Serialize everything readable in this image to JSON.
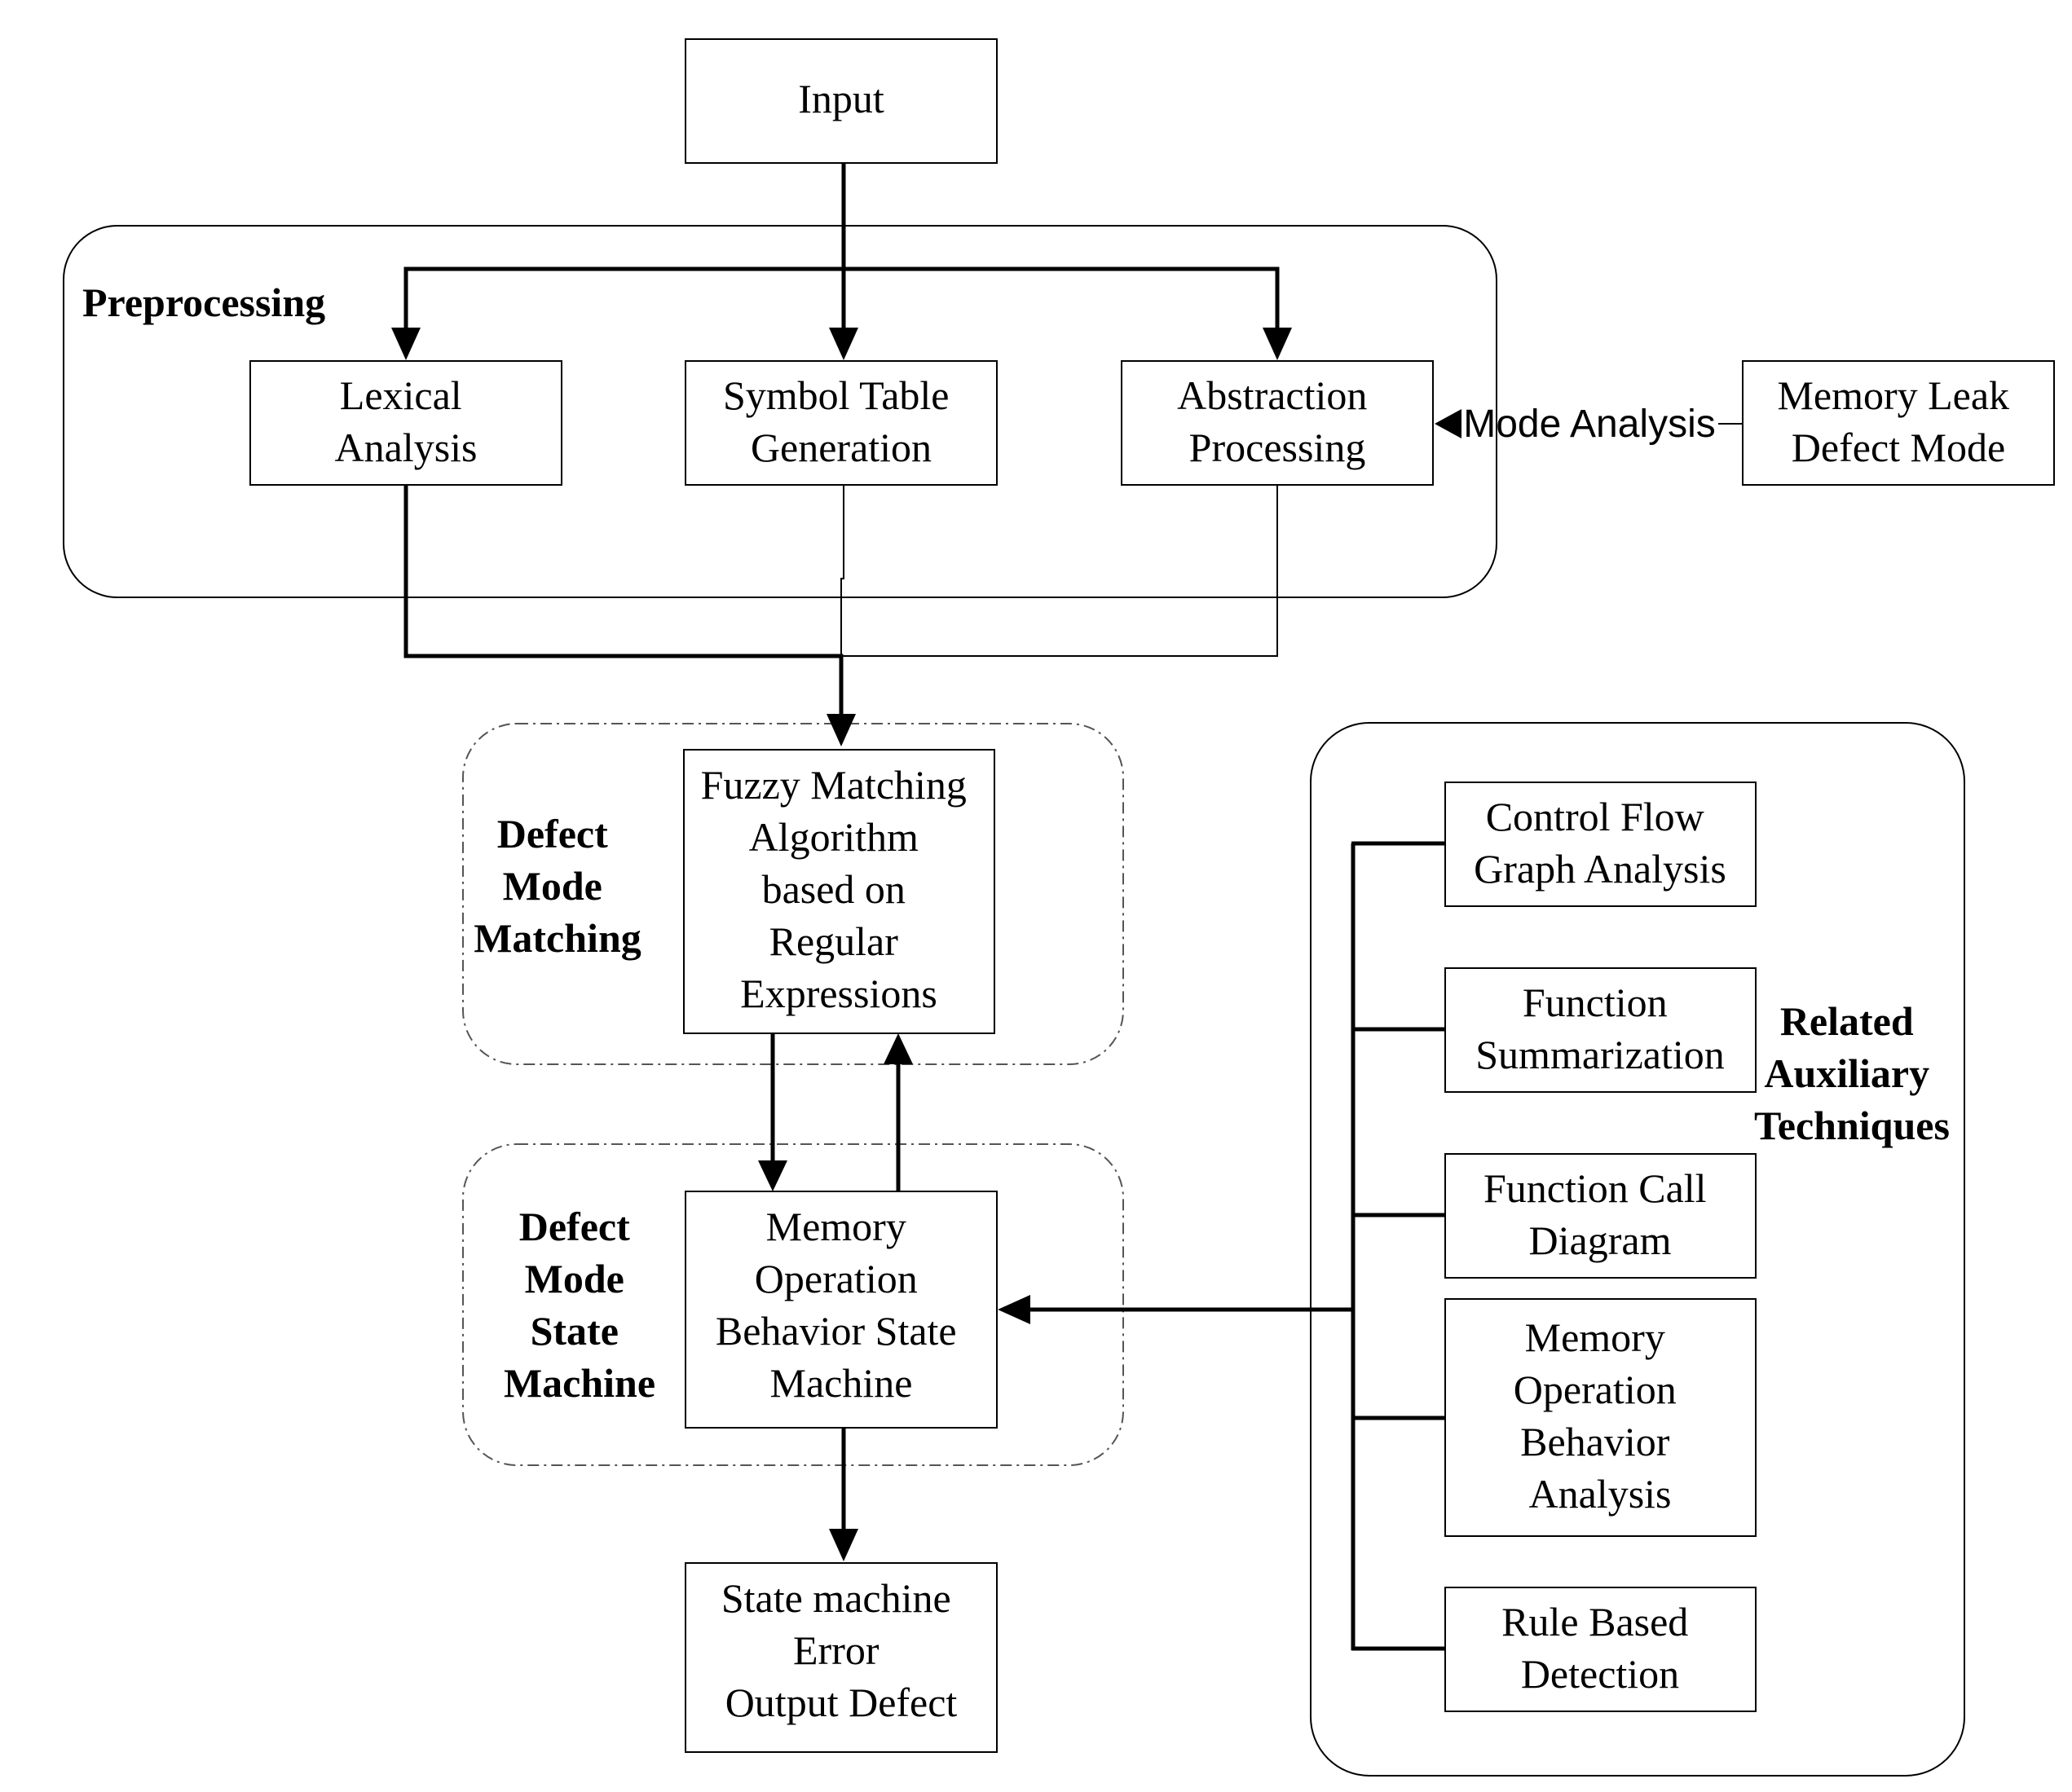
{
  "nodes": {
    "input": [
      "Input"
    ],
    "lexical": [
      "Lexical",
      "Analysis"
    ],
    "symbol": [
      "Symbol Table",
      "Generation"
    ],
    "abstraction": [
      "Abstraction",
      "Processing"
    ],
    "memory_leak": [
      "Memory Leak",
      "Defect Mode"
    ],
    "fuzzy": [
      "Fuzzy Matching",
      "Algorithm",
      "based on",
      "Regular",
      "Expressions"
    ],
    "state_machine": [
      "Memory",
      "Operation",
      "Behavior State",
      "Machine"
    ],
    "output": [
      "State machine",
      "Error",
      "Output Defect"
    ],
    "cfg": [
      "Control Flow",
      "Graph Analysis"
    ],
    "func_sum": [
      "Function",
      "Summarization"
    ],
    "func_call": [
      "Function Call",
      "Diagram"
    ],
    "mem_behavior": [
      "Memory",
      "Operation",
      "Behavior",
      "Analysis"
    ],
    "rule_based": [
      "Rule Based",
      "Detection"
    ]
  },
  "groups": {
    "preprocessing": [
      "Preprocessing"
    ],
    "matching": [
      "Defect",
      "Mode",
      "Matching"
    ],
    "state": [
      "Defect",
      "Mode",
      "State",
      "Machine"
    ],
    "auxiliary": [
      "Related",
      "Auxiliary",
      "Techniques"
    ]
  },
  "edge_labels": {
    "mode_analysis": "Mode Analysis"
  }
}
